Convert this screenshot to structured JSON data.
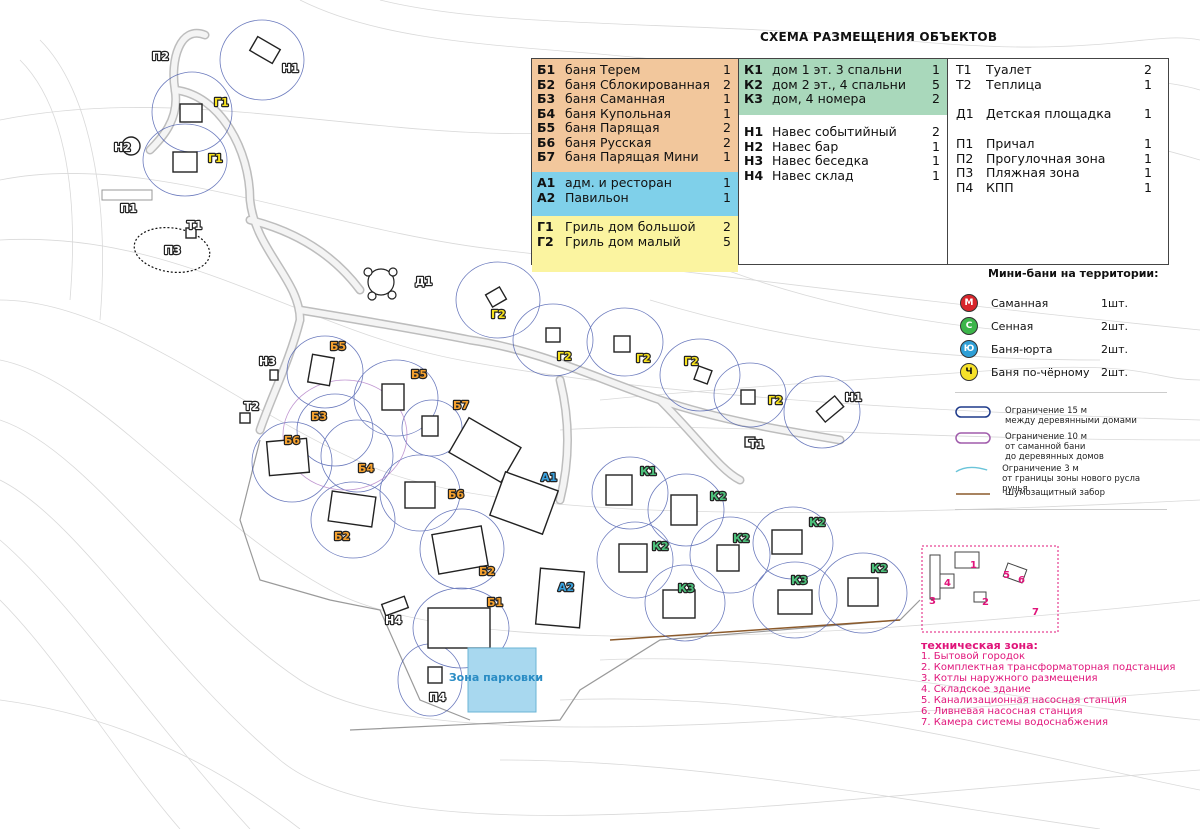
{
  "title": "СХЕМА РАЗМЕЩЕНИЯ ОБЪЕКТОВ",
  "colors": {
    "bath": "#f2c79c",
    "admin": "#7fd0ea",
    "grill": "#fbf4a0",
    "house": "#a9d8bb",
    "label_orange": "#f5a12e",
    "label_yellow": "#f7e11c",
    "label_blue": "#3aa0dc",
    "label_green": "#4cbf7a",
    "tech_pink": "#e0147a",
    "parking": "#a8d8ef"
  },
  "legend": {
    "baths": [
      {
        "code": "Б1",
        "name": "баня Терем",
        "qty": "1"
      },
      {
        "code": "Б2",
        "name": "баня Сблокированная",
        "qty": "2"
      },
      {
        "code": "Б3",
        "name": "баня Саманная",
        "qty": "1"
      },
      {
        "code": "Б4",
        "name": "баня Купольная",
        "qty": "1"
      },
      {
        "code": "Б5",
        "name": "баня Парящая",
        "qty": "2"
      },
      {
        "code": "Б6",
        "name": "баня Русская",
        "qty": "2"
      },
      {
        "code": "Б7",
        "name": "баня Парящая Мини",
        "qty": "1"
      }
    ],
    "admin": [
      {
        "code": "А1",
        "name": "адм. и ресторан",
        "qty": "1"
      },
      {
        "code": "А2",
        "name": "Павильон",
        "qty": "1"
      }
    ],
    "grills": [
      {
        "code": "Г1",
        "name": "Гриль дом большой",
        "qty": "2"
      },
      {
        "code": "Г2",
        "name": "Гриль дом малый",
        "qty": "5"
      }
    ],
    "houses": [
      {
        "code": "К1",
        "name": "дом 1 эт. 3 спальни",
        "qty": "1"
      },
      {
        "code": "К2",
        "name": "дом 2 эт., 4 спальни",
        "qty": "5"
      },
      {
        "code": "К3",
        "name": "дом, 4 номера",
        "qty": "2"
      }
    ],
    "sheds": [
      {
        "code": "Н1",
        "name": "Навес событийный",
        "qty": "2"
      },
      {
        "code": "Н2",
        "name": "Навес бар",
        "qty": "1"
      },
      {
        "code": "Н3",
        "name": "Навес беседка",
        "qty": "1"
      },
      {
        "code": "Н4",
        "name": "Навес склад",
        "qty": "1"
      }
    ],
    "others_a": [
      {
        "code": "Т1",
        "name": "Туалет",
        "qty": "2"
      },
      {
        "code": "Т2",
        "name": "Теплица",
        "qty": "1"
      }
    ],
    "others_b": [
      {
        "code": "Д1",
        "name": "Детская площадка",
        "qty": "1"
      }
    ],
    "others_c": [
      {
        "code": "П1",
        "name": "Причал",
        "qty": "1"
      },
      {
        "code": "П2",
        "name": "Прогулочная зона",
        "qty": "1"
      },
      {
        "code": "П3",
        "name": "Пляжная зона",
        "qty": "1"
      },
      {
        "code": "П4",
        "name": "КПП",
        "qty": "1"
      }
    ]
  },
  "mini_baths": {
    "title": "Мини-бани на территории:",
    "items": [
      {
        "letter": "М",
        "name": "Саманная",
        "qty": "1шт.",
        "color": "#d8262c",
        "text_color": "#ffffff"
      },
      {
        "letter": "С",
        "name": "Сенная",
        "qty": "2шт.",
        "color": "#3cb54a",
        "text_color": "#ffffff"
      },
      {
        "letter": "Ю",
        "name": "Баня-юрта",
        "qty": "2шт.",
        "color": "#2e9fd6",
        "text_color": "#ffffff"
      },
      {
        "letter": "Ч",
        "name": "Баня по-чёрному",
        "qty": "2шт.",
        "color": "#f6e12a",
        "text_color": "#111111"
      }
    ]
  },
  "restrictions": [
    {
      "text": "Ограничение 15 м\nмежду деревянными домами",
      "color": "#1e3a8a"
    },
    {
      "text": "Ограничение 10 м\nот саманной бани\nдо деревянных домов",
      "color": "#a05cab"
    },
    {
      "text": "Ограничение 3 м\nот границы зоны нового русла ручья",
      "color": "#6ac4d9"
    },
    {
      "text": "Шумозащитный забор",
      "color": "#8b5a2b"
    }
  ],
  "tech_zone": {
    "title": "техническая зона:",
    "items": [
      "1. Бытовой городок",
      "2. Комплектная трансформаторная подстанция",
      "3. Котлы наружного размещения",
      "4. Складское здание",
      "5. Канализационная насосная станция",
      "6. Ливневая насосная станция",
      "7. Камера системы водоснабжения"
    ]
  },
  "parking_label": "Зона парковки",
  "map_labels": [
    {
      "t": "Н1",
      "c": "white"
    },
    {
      "t": "П2",
      "c": "white"
    },
    {
      "t": "Г1",
      "c": "yellow"
    },
    {
      "t": "Н2",
      "c": "white"
    },
    {
      "t": "Г1",
      "c": "yellow"
    },
    {
      "t": "П1",
      "c": "white"
    },
    {
      "t": "Т1",
      "c": "white"
    },
    {
      "t": "П3",
      "c": "white"
    },
    {
      "t": "Д1",
      "c": "white"
    },
    {
      "t": "Г2",
      "c": "yellow"
    },
    {
      "t": "Г2",
      "c": "yellow"
    },
    {
      "t": "Г2",
      "c": "yellow"
    },
    {
      "t": "Г2",
      "c": "yellow"
    },
    {
      "t": "Г2",
      "c": "yellow"
    },
    {
      "t": "Н1",
      "c": "white"
    },
    {
      "t": "Б5",
      "c": "orange"
    },
    {
      "t": "Б5",
      "c": "orange"
    },
    {
      "t": "Н3",
      "c": "white"
    },
    {
      "t": "Т2",
      "c": "white"
    },
    {
      "t": "Б3",
      "c": "orange"
    },
    {
      "t": "Б7",
      "c": "orange"
    },
    {
      "t": "Б6",
      "c": "orange"
    },
    {
      "t": "Б4",
      "c": "orange"
    },
    {
      "t": "Т1",
      "c": "white"
    },
    {
      "t": "А1",
      "c": "blue"
    },
    {
      "t": "К1",
      "c": "green"
    },
    {
      "t": "К2",
      "c": "green"
    },
    {
      "t": "Б6",
      "c": "orange"
    },
    {
      "t": "Б2",
      "c": "orange"
    },
    {
      "t": "К2",
      "c": "green"
    },
    {
      "t": "К2",
      "c": "green"
    },
    {
      "t": "К2",
      "c": "green"
    },
    {
      "t": "Б2",
      "c": "orange"
    },
    {
      "t": "К2",
      "c": "green"
    },
    {
      "t": "К3",
      "c": "green"
    },
    {
      "t": "К3",
      "c": "green"
    },
    {
      "t": "А2",
      "c": "blue"
    },
    {
      "t": "Б1",
      "c": "orange"
    },
    {
      "t": "Н4",
      "c": "white"
    },
    {
      "t": "П4",
      "c": "white"
    }
  ],
  "tech_numbers": [
    "1",
    "2",
    "3",
    "4",
    "5",
    "6",
    "7"
  ]
}
